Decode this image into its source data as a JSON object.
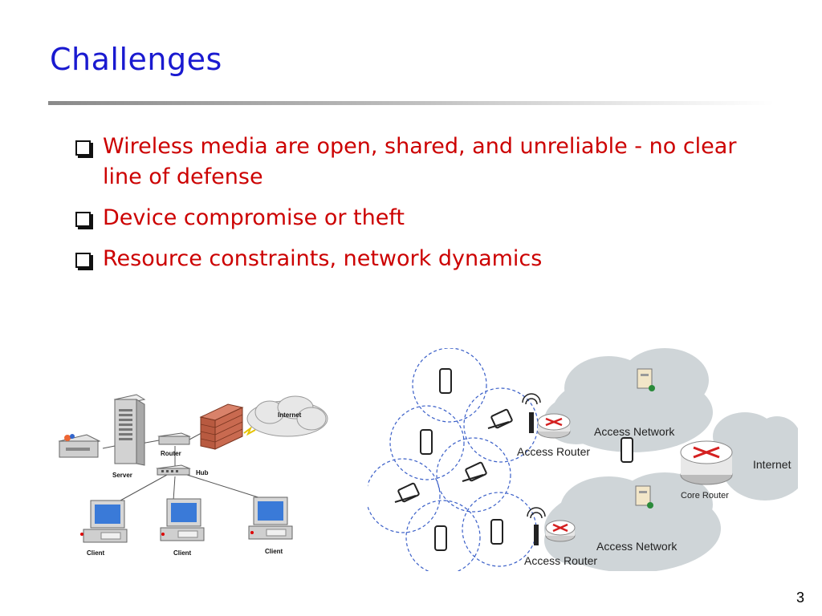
{
  "slide": {
    "title": "Challenges",
    "page_number": "3"
  },
  "bullets": [
    {
      "text": "Wireless media are open, shared, and unreliable - no clear line of defense"
    },
    {
      "text": "Device compromise or theft"
    },
    {
      "text": "Resource constraints, network dynamics"
    }
  ],
  "wired_diagram": {
    "server": "Server",
    "router": "Router",
    "hub": "Hub",
    "internet": "Internet",
    "client_1": "Client",
    "client_2": "Client",
    "client_3": "Client"
  },
  "wireless_diagram": {
    "access_network_top": "Access Network",
    "access_router_top": "Access Router",
    "core_router": "Core Router",
    "internet": "Internet",
    "access_network_bottom": "Access Network",
    "access_router_bottom": "Access Router"
  },
  "colors": {
    "title": "#1a1ad0",
    "bullet_text": "#cc0000",
    "cloud": "#cfd5d8",
    "router_red": "#d42020",
    "circle_dash": "#3a5fc8"
  }
}
